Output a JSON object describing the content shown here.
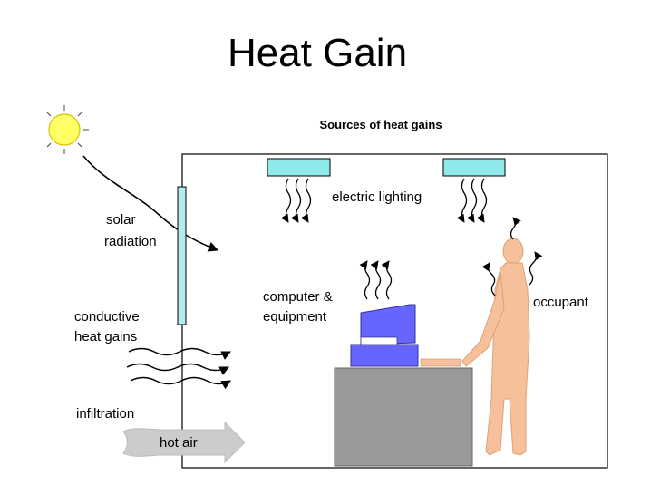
{
  "title": "Heat Gain",
  "diagram": {
    "heading": "Sources of heat gains",
    "labels": {
      "solar_1": "solar",
      "solar_2": "radiation",
      "lighting": "electric lighting",
      "computer_1": "computer &",
      "computer_2": "equipment",
      "occupant": "occupant",
      "conductive_1": "conductive",
      "conductive_2": "heat gains",
      "infiltration": "infiltration",
      "hot_air": "hot air"
    },
    "colors": {
      "sun": "#ffff66",
      "window": "#b3ecf0",
      "lamp": "#8fe8ea",
      "computer": "#6666ff",
      "desk": "#999999",
      "person": "#f5c09a",
      "hot_air": "#cccccc"
    }
  }
}
